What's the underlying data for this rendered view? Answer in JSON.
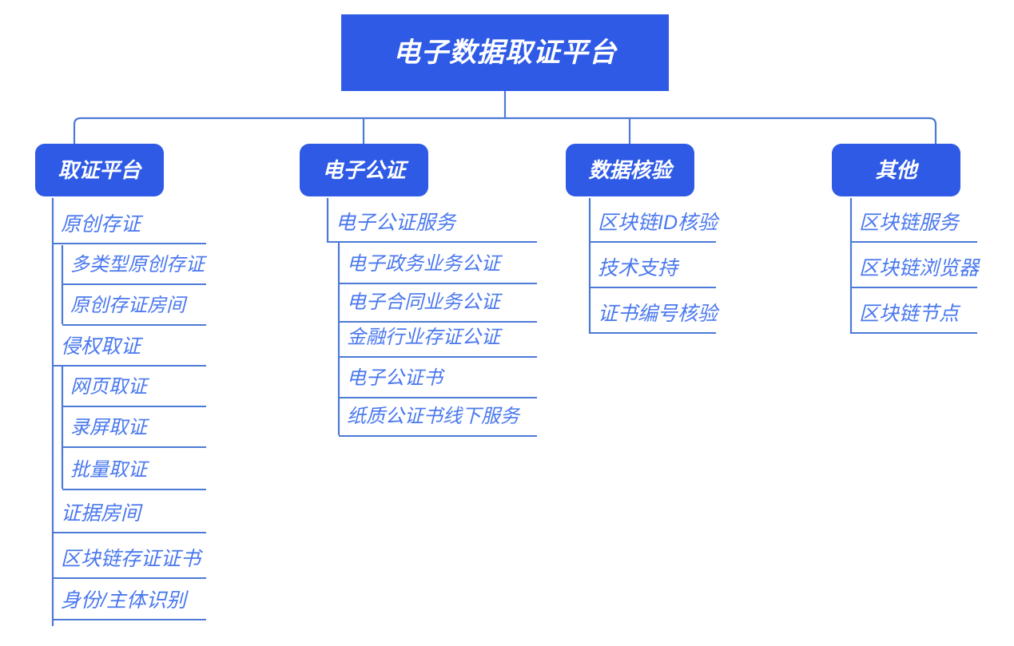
{
  "diagram": {
    "title": "电子数据取证平台",
    "type": "mind-map",
    "colors": {
      "node_fill": "#2f5ae6",
      "node_text": "#ffffff",
      "leaf_text": "#4a78ee",
      "connector": "#4d7ad6",
      "background": "#ffffff"
    },
    "root": {
      "label": "电子数据取证平台"
    },
    "branches": [
      {
        "label": "取证平台",
        "items": [
          {
            "label": "原创存证",
            "level": 3
          },
          {
            "label": "多类型原创存证",
            "level": 4
          },
          {
            "label": "原创存证房间",
            "level": 4
          },
          {
            "label": "侵权取证",
            "level": 3
          },
          {
            "label": "网页取证",
            "level": 4
          },
          {
            "label": "录屏取证",
            "level": 4
          },
          {
            "label": "批量取证",
            "level": 4
          },
          {
            "label": "证据房间",
            "level": 3
          },
          {
            "label": "区块链存证证书",
            "level": 3
          },
          {
            "label": "身份/主体识别",
            "level": 3
          }
        ]
      },
      {
        "label": "电子公证",
        "items": [
          {
            "label": "电子公证服务",
            "level": 3
          },
          {
            "label": "电子政务业务公证",
            "level": 4
          },
          {
            "label": "电子合同业务公证",
            "level": 4
          },
          {
            "label": "金融行业存证公证",
            "level": 4
          },
          {
            "label": "电子公证书",
            "level": 4
          },
          {
            "label": "纸质公证书线下服务",
            "level": 4
          }
        ]
      },
      {
        "label": "数据核验",
        "items": [
          {
            "label": "区块链ID核验",
            "level": 3
          },
          {
            "label": "技术支持",
            "level": 3
          },
          {
            "label": "证书编号核验",
            "level": 3
          }
        ]
      },
      {
        "label": "其他",
        "items": [
          {
            "label": "区块链服务",
            "level": 3
          },
          {
            "label": "区块链浏览器",
            "level": 3
          },
          {
            "label": "区块链节点",
            "level": 3
          }
        ]
      }
    ]
  }
}
